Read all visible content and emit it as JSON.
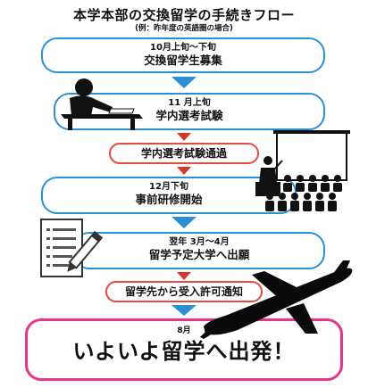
{
  "title": "本学本部の交換留学の手続きフロー",
  "subtitle": "(例：昨年度の英語圏の場合)",
  "steps": [
    {
      "date": "10月上旬～下旬",
      "label": "交換留学生募集"
    },
    {
      "date": "11 月上旬",
      "label": "学内選考試験"
    },
    {
      "label": "学内選考試験通過"
    },
    {
      "date": "12月下旬",
      "label": "事前研修開始"
    },
    {
      "date": "翌年 3月～4月",
      "label": "留学予定大学へ出願"
    },
    {
      "label": "留学先から受入許可通知"
    },
    {
      "date": "8月",
      "label": "いよいよ留学へ出発！"
    }
  ],
  "colors": {
    "blue": "#2b8fd3",
    "red": "#e64a3c",
    "pink": "#e6348a",
    "arrow_blue": "#2b8fd3",
    "arrow_red": "#d9362b"
  },
  "icons": [
    "exam-desk-icon",
    "presentation-audience-icon",
    "document-pencil-icon",
    "airplane-icon"
  ]
}
